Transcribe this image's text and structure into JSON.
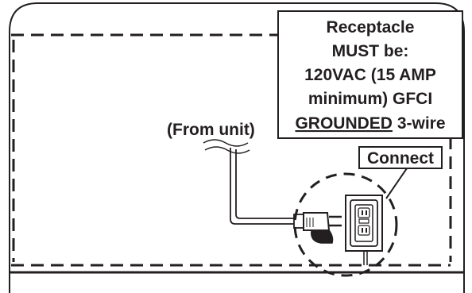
{
  "requirement_box": {
    "line1": "Receptacle",
    "line2": "MUST be:",
    "line3": "120VAC (15 AMP",
    "line4": "minimum) GFCI",
    "line5_underlined": "GROUNDED",
    "line5_rest": " 3-wire"
  },
  "from_unit_label": "(From unit)",
  "connect_label": "Connect",
  "colors": {
    "ink": "#231f20",
    "background": "#ffffff",
    "outlet_fill": "#ffffff"
  }
}
